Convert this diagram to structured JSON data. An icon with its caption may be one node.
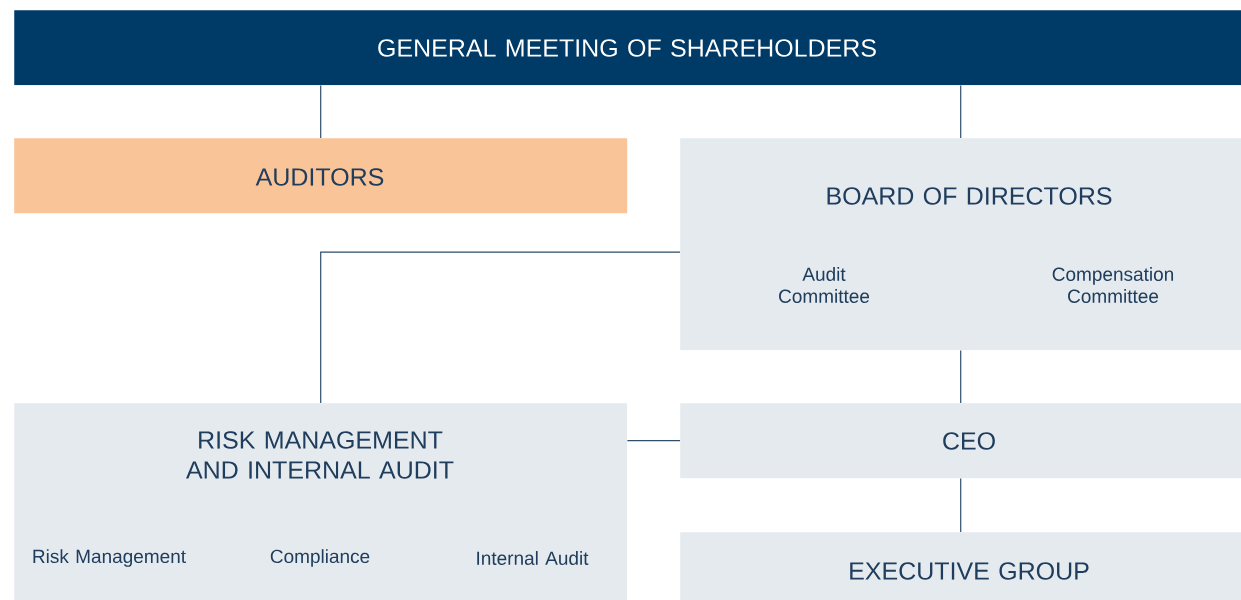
{
  "diagram": {
    "nodes": [
      {
        "text": [
          "GENERAL MEETING OF SHAREHOLDERS"
        ]
      },
      {
        "text": [
          "AUDITORS"
        ]
      },
      {
        "text": [
          "BOARD OF DIRECTORS",
          "Audit Committee",
          "Compensation Committee"
        ]
      },
      {
        "text": [
          "RISK MANAGEMENT AND INTERNAL AUDIT",
          "Risk Management",
          "Compliance",
          "Internal Audit"
        ]
      },
      {
        "text": [
          "CEO"
        ]
      },
      {
        "text": [
          "EXECUTIVE GROUP"
        ]
      }
    ],
    "edges": [
      {
        "from": 0,
        "to": 1,
        "arrow": "none"
      },
      {
        "from": 0,
        "to": 2,
        "arrow": "none"
      },
      {
        "from": 2,
        "to": 3,
        "arrow": "none"
      },
      {
        "from": 2,
        "to": 4,
        "arrow": "none"
      },
      {
        "from": 4,
        "to": 3,
        "arrow": "none"
      },
      {
        "from": 4,
        "to": 5,
        "arrow": "none"
      }
    ]
  }
}
